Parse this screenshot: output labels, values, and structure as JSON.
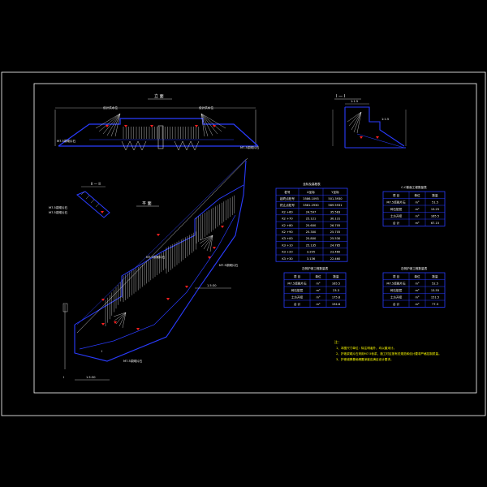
{
  "colors": {
    "background": "#000000",
    "frame": "#ffffff",
    "structure": "#2233ff",
    "hatch": "#ffffff",
    "marker": "#ff2020",
    "table_highlight": "#ff2222"
  },
  "views": {
    "elevation_title": "立 面",
    "section_title": "I — I",
    "section_mark": "I",
    "plan_title": "平 面",
    "small_section_title": "II — II",
    "elevation_labels": {
      "left_top": "设计洪水位",
      "right_top": "设计洪水位",
      "left_bottom": "M7.5浆砌片石",
      "right_bottom": "M7.5浆砌片石"
    },
    "section_labels": {
      "top": "1:1.5",
      "right": "1:1.5"
    },
    "plan_labels": {
      "dim_bottom": "1.5:30",
      "dim_mid": "1.5:30",
      "note_mid": "M7.5浆砌片石",
      "note_bottom": "M7.5浆砌片石",
      "note_right": "M7.5浆砌片石",
      "axis_mark": "I"
    },
    "small_section_labels": {
      "a": "M7.5浆砌片石",
      "b": "M7.5浆砌片石"
    }
  },
  "tables": {
    "main": {
      "title": "坐标及高程表",
      "rows": [
        [
          "桩号",
          "X坐标",
          "Y坐标"
        ],
        [
          "起终点桩号",
          "3586.1093",
          "501.3930"
        ],
        [
          "终止点桩号",
          "3581.2930",
          "569.5931"
        ],
        [
          "K2 +60",
          "24.597",
          "35.583"
        ],
        [
          "K2 +70",
          "25.121",
          "30.131"
        ],
        [
          "K2 +80",
          "25.600",
          "26.705"
        ],
        [
          "K2 +90",
          "25.300",
          "25.705"
        ],
        [
          "K3 +00",
          "25.800",
          "25.530"
        ],
        [
          "K3 +10",
          "25.135",
          "24.785"
        ],
        [
          "K3 +20",
          "3.295",
          "23.460"
        ],
        [
          "K3 +30",
          "3.136",
          "22.460"
        ]
      ]
    },
    "table_b": {
      "title": "左侧护坡工程数量表",
      "headers": [
        "项 目",
        "单位",
        "数量"
      ],
      "rows": [
        [
          "M7.5浆砌片石",
          "m³",
          "165.5"
        ],
        [
          "碎石垫层",
          "m³",
          "23.3"
        ],
        [
          "土方开挖",
          "m³",
          "175.8"
        ],
        [
          "合 计",
          "m³",
          "194.6"
        ]
      ]
    },
    "table_c": {
      "title": "C-C断面工程数量表",
      "headers": [
        "项 目",
        "单位",
        "数量"
      ],
      "rows": [
        [
          "M7.5浆砌片石",
          "m³",
          "51.5"
        ],
        [
          "碎石垫层",
          "m³",
          "13.25"
        ],
        [
          "土方开挖",
          "m³",
          "165.5"
        ],
        [
          "合 计",
          "m³",
          "67.15"
        ]
      ]
    },
    "table_d": {
      "title": "右侧护坡工程数量表",
      "headers": [
        "项 目",
        "单位",
        "数量"
      ],
      "rows": [
        [
          "M7.5浆砌片石",
          "m³",
          "52.5"
        ],
        [
          "碎石垫层",
          "m³",
          "13.55"
        ],
        [
          "土方开挖",
          "m³",
          "151.5"
        ],
        [
          "合 计",
          "m³",
          "77.3"
        ]
      ]
    }
  },
  "notes": {
    "title": "注：",
    "lines": [
      "1、本图尺寸单位：除注明者外，均以厘米计。",
      "2、护坡浆砌片石采用M7.5砂浆，施工时应按有关规范和设计要求严格控制质量。",
      "3、护坡坡脚基础埋置深度应满足设计要求。"
    ]
  }
}
